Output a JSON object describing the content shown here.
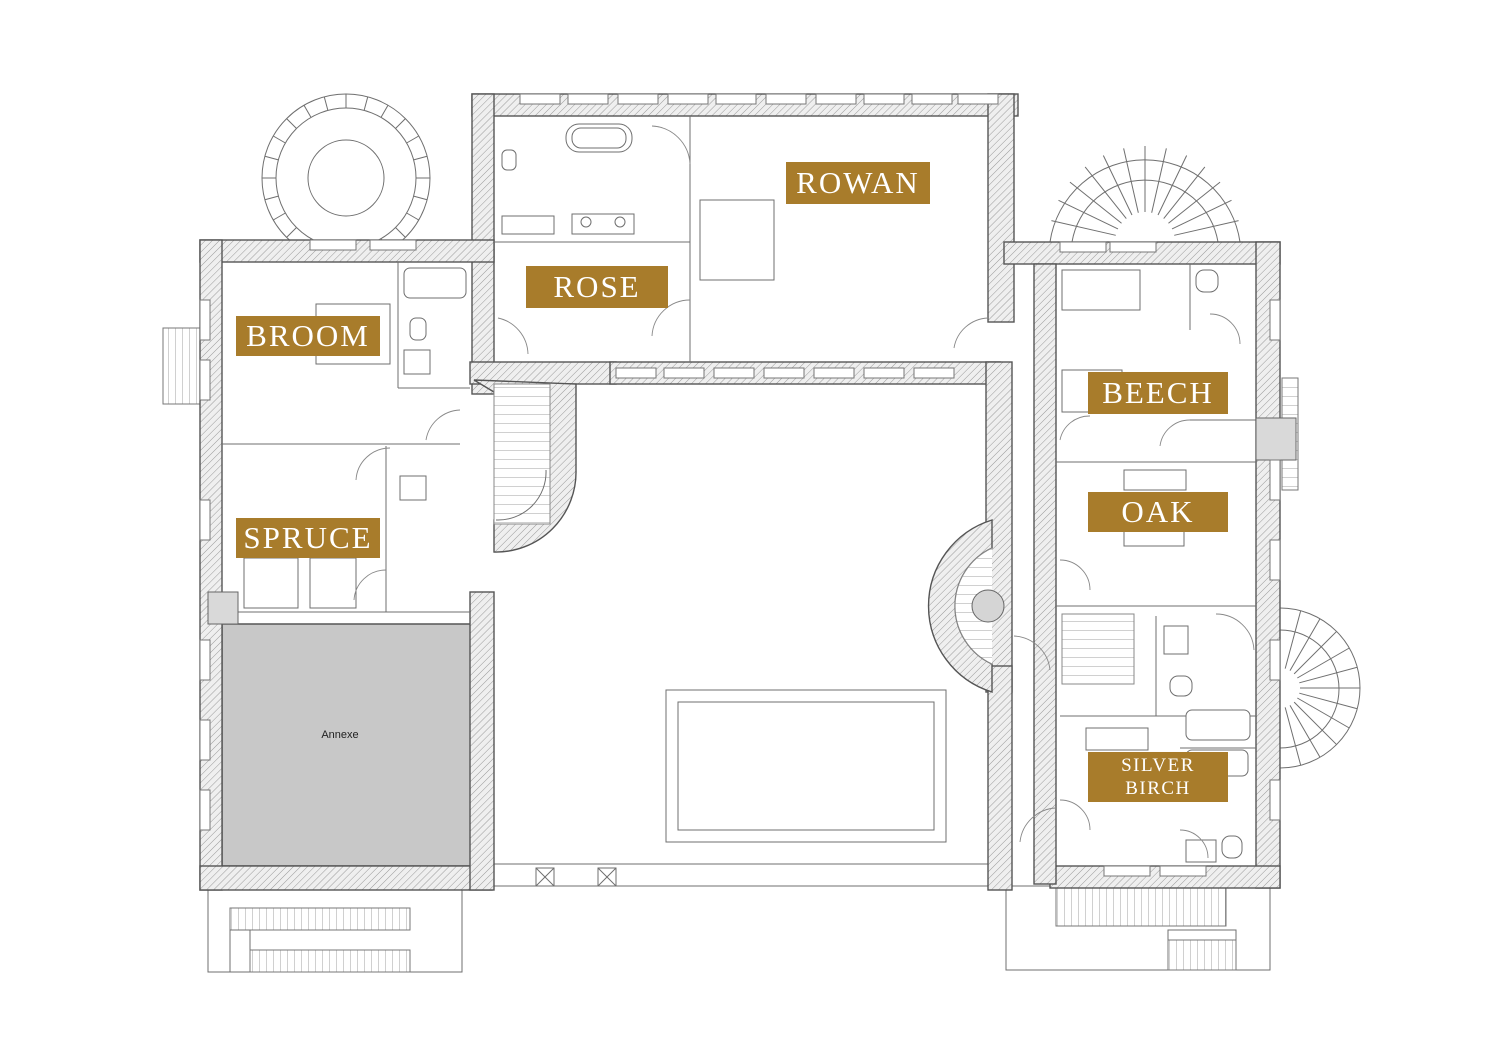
{
  "rooms": {
    "rowan": "ROWAN",
    "rose": "ROSE",
    "broom": "BROOM",
    "beech": "BEECH",
    "oak": "OAK",
    "spruce": "SPRUCE",
    "silver_birch_line1": "SILVER",
    "silver_birch_line2": "BIRCH",
    "annexe": "Annexe"
  },
  "colors": {
    "label_background": "#a87c2b",
    "label_text": "#ffffff",
    "annexe_fill": "#c8c8c8",
    "wall_stroke": "#555555"
  }
}
